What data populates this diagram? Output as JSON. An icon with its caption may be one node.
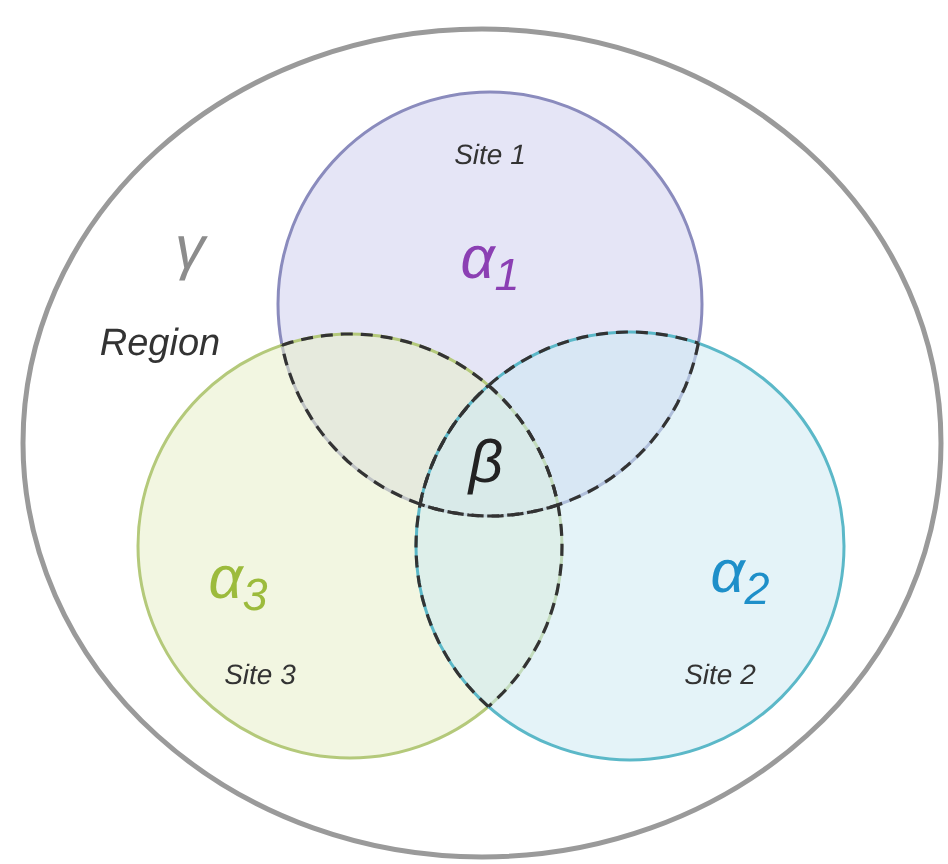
{
  "diagram": {
    "nodes": [
      {
        "text": [
          "γ",
          "Region"
        ]
      },
      {
        "text": [
          "Site 1",
          "α$_{1}$"
        ],
        "in": 0
      },
      {
        "text": [
          "α$_{3}$",
          "Site 3"
        ],
        "in": 0
      },
      {
        "text": [
          "α$_{2}$",
          "Site 2"
        ],
        "in": 0
      },
      {
        "text": [
          "β"
        ],
        "in": 0
      }
    ]
  }
}
